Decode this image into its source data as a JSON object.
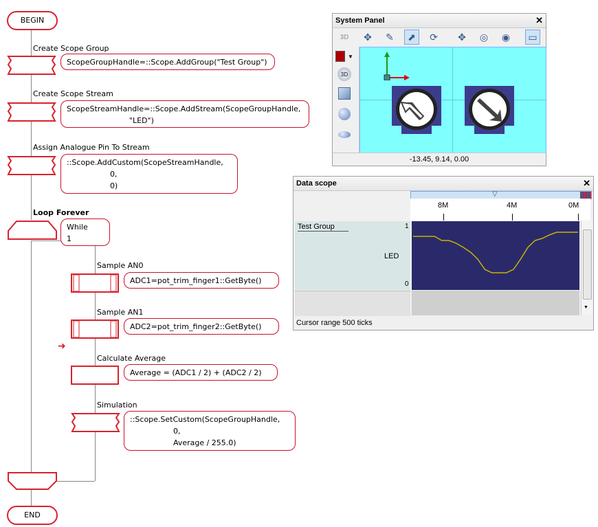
{
  "flowchart": {
    "begin": "BEGIN",
    "end": "END",
    "steps": [
      {
        "label": "Create Scope Group",
        "code": "ScopeGroupHandle=::Scope.AddGroup(\"Test Group\")"
      },
      {
        "label": "Create Scope Stream",
        "code": "ScopeStreamHandle=::Scope.AddStream(ScopeGroupHandle,\n                          \"LED\")"
      },
      {
        "label": "Assign Analogue Pin To Stream",
        "code": "::Scope.AddCustom(ScopeStreamHandle,\n                  0,\n                  0)"
      },
      {
        "label": "Loop Forever",
        "code": "While\n1"
      },
      {
        "label": "Sample AN0",
        "code": "ADC1=pot_trim_finger1::GetByte()"
      },
      {
        "label": "Sample AN1",
        "code": "ADC2=pot_trim_finger2::GetByte()"
      },
      {
        "label": "Calculate Average",
        "code": "Average = (ADC1 / 2) + (ADC2 / 2)"
      },
      {
        "label": "Simulation",
        "code": "::Scope.SetCustom(ScopeGroupHandle,\n                  0,\n                  Average / 255.0)"
      }
    ]
  },
  "system_panel": {
    "title": "System Panel",
    "close": "✕",
    "toolbar_3d": "3D",
    "side_3d": "3D",
    "coords": "-13.45, 9.14, 0.00",
    "colors": {
      "viewport": "#80ffff",
      "knob": "#3c3c8c",
      "swatch": "#b00000"
    }
  },
  "data_scope": {
    "title": "Data scope",
    "close": "✕",
    "ticks": [
      "8M",
      "4M",
      "0M"
    ],
    "group": "Test Group",
    "stream": "LED",
    "ymax": "1",
    "ymin": "0",
    "status": "Cursor range 500 ticks",
    "colors": {
      "plot_bg": "#2a2a6a",
      "trace": "#c8b400"
    },
    "chart_data": {
      "type": "line",
      "series": [
        {
          "name": "LED",
          "values": [
            0.78,
            0.78,
            0.78,
            0.78,
            0.72,
            0.72,
            0.68,
            0.62,
            0.55,
            0.45,
            0.3,
            0.25,
            0.25,
            0.25,
            0.3,
            0.45,
            0.62,
            0.72,
            0.75,
            0.8,
            0.84,
            0.84,
            0.84,
            0.84
          ]
        }
      ],
      "ylim": [
        0,
        1
      ]
    }
  }
}
